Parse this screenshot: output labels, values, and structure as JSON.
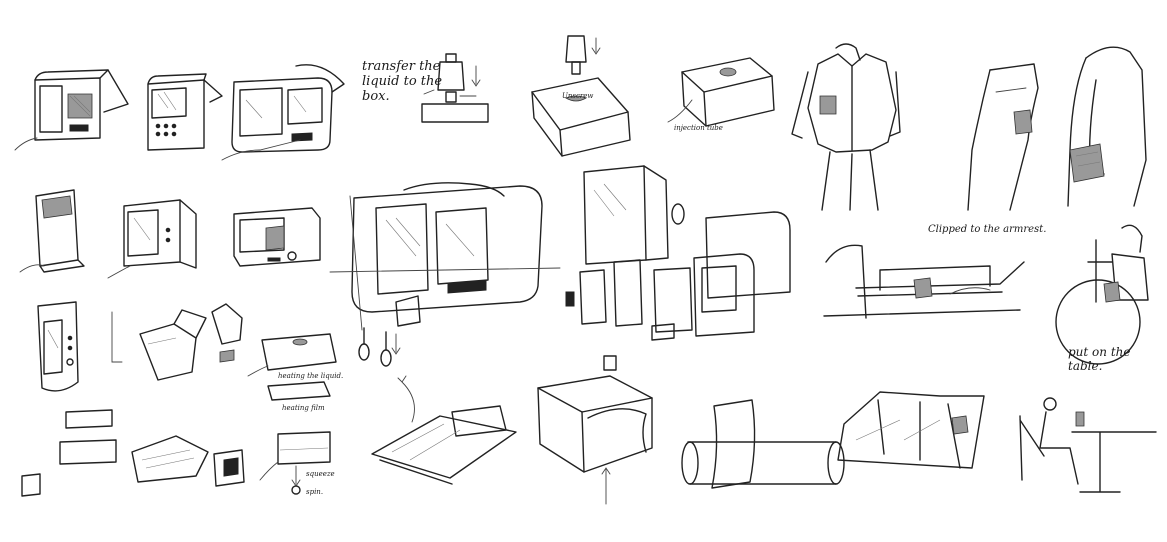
{
  "annotations": {
    "transfer": "transfer the\nliquid to the\nbox.",
    "clipped": "Clipped to the armrest.",
    "put_table": "put on the table.",
    "unscrew": "Unscrew",
    "heating_liquid": "heating the liquid.",
    "heating_film": "heating film",
    "squeeze": "squeeze",
    "spin": "spin.",
    "injection_tube": "injection tube"
  }
}
